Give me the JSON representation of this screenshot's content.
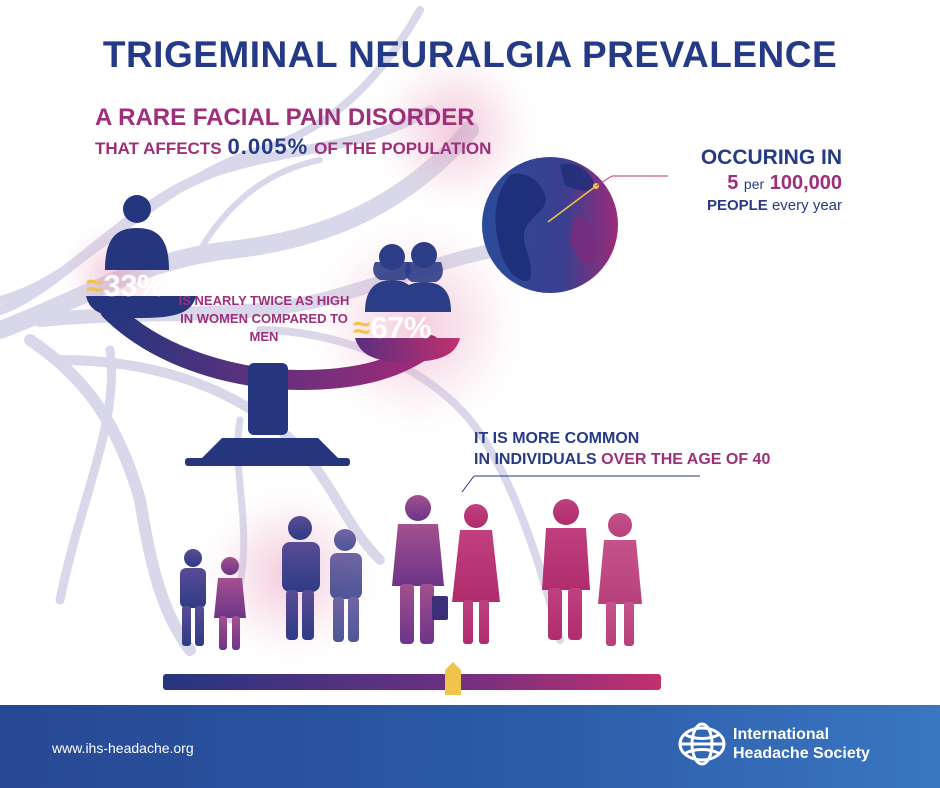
{
  "title": "TRIGEMINAL NEURALGIA PREVALENCE",
  "subtitle": {
    "line1": "A RARE FACIAL PAIN DISORDER",
    "line2_before": "THAT AFFECTS",
    "line2_value": "0.005%",
    "line2_after": "OF THE POPULATION"
  },
  "occurrence": {
    "line1": "OCCURING IN",
    "number": "5",
    "per": "per",
    "denominator": "100,000",
    "people": "PEOPLE",
    "period": "every year"
  },
  "scale": {
    "men_approx": "≈",
    "men_value": "33%",
    "women_approx": "≈",
    "women_value": "67%",
    "comparison_text": "IS NEARLY TWICE AS HIGH IN WOMEN COMPARED TO MEN"
  },
  "age": {
    "line1": "IT IS MORE COMMON",
    "line2_before": "IN INDIVIDUALS",
    "line2_highlight": "OVER THE AGE OF 40"
  },
  "footer": {
    "url": "www.ihs-headache.org",
    "org_line1": "International",
    "org_line2": "Headache Society"
  },
  "colors": {
    "navy": "#263a86",
    "magenta": "#9e2f7a",
    "pink": "#c2306f",
    "yellow": "#f0c34a",
    "footer_blue": "#2b5aa6"
  }
}
